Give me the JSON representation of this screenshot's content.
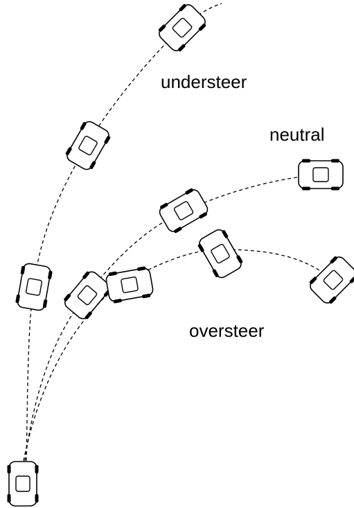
{
  "labels": {
    "understeer": "understeer",
    "neutral": "neutral",
    "oversteer": "oversteer"
  },
  "colors": {
    "stroke": "#000000",
    "background": "#ffffff"
  }
}
